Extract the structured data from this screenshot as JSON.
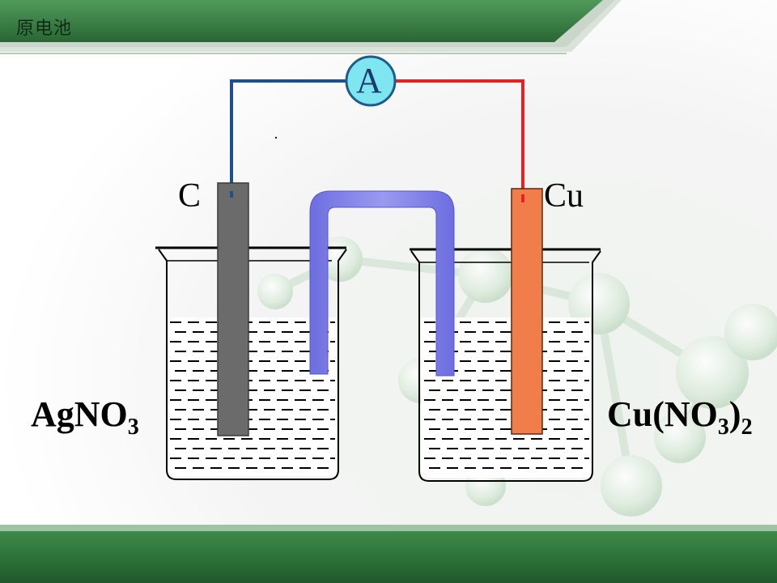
{
  "header": {
    "title": "原电池"
  },
  "ammeter": {
    "symbol": "A"
  },
  "electrodes": {
    "left": "C",
    "right": "Cu"
  },
  "solutions": {
    "left": {
      "formula": "AgNO",
      "subscript": "3"
    },
    "right": {
      "pre": "Cu(NO",
      "sub1": "3",
      "mid": ")",
      "sub2": "2"
    }
  },
  "colors": {
    "header_green": "#2f6b3a",
    "left_wire": "#1d4f8c",
    "right_wire": "#e52222",
    "carbon_rod": "#6b6b6b",
    "copper_rod": "#f07d4a",
    "salt_bridge": "#8080e8",
    "ammeter_fill": "#7ee6f0",
    "footer_green": "#2f6b3a"
  }
}
